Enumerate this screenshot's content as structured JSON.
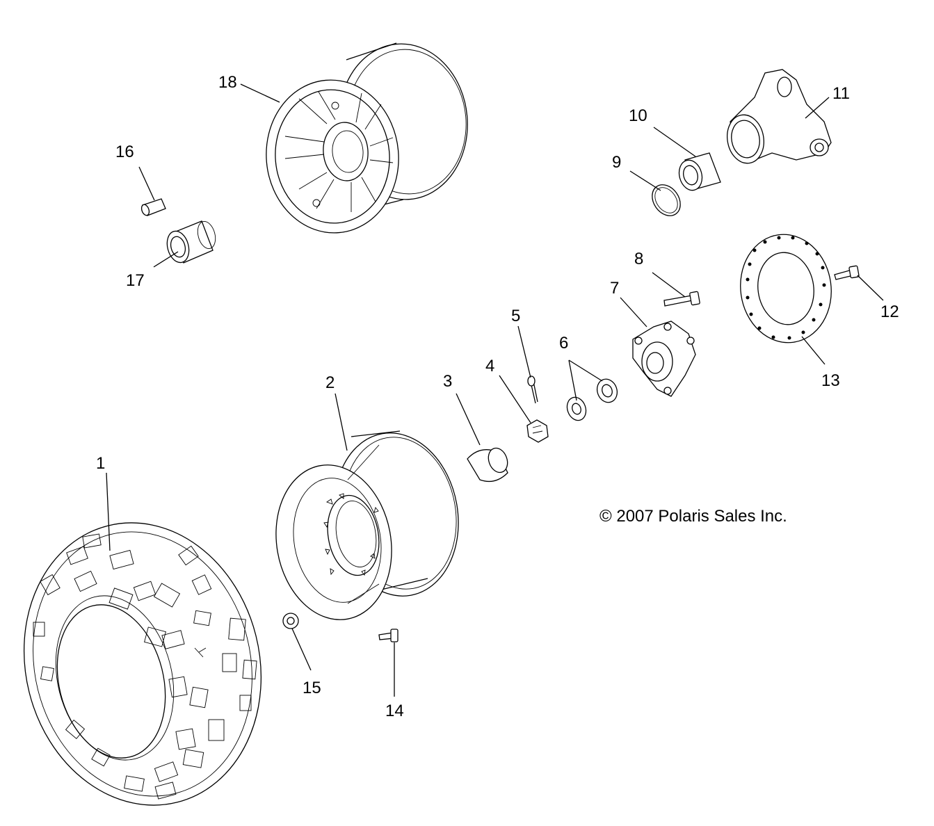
{
  "callouts": {
    "c1": "1",
    "c2": "2",
    "c3": "3",
    "c4": "4",
    "c5": "5",
    "c6": "6",
    "c7": "7",
    "c8": "8",
    "c9": "9",
    "c10": "10",
    "c11": "11",
    "c12": "12",
    "c13": "13",
    "c14": "14",
    "c15": "15",
    "c16": "16",
    "c17": "17",
    "c18": "18"
  },
  "copyright": "© 2007 Polaris Sales Inc."
}
